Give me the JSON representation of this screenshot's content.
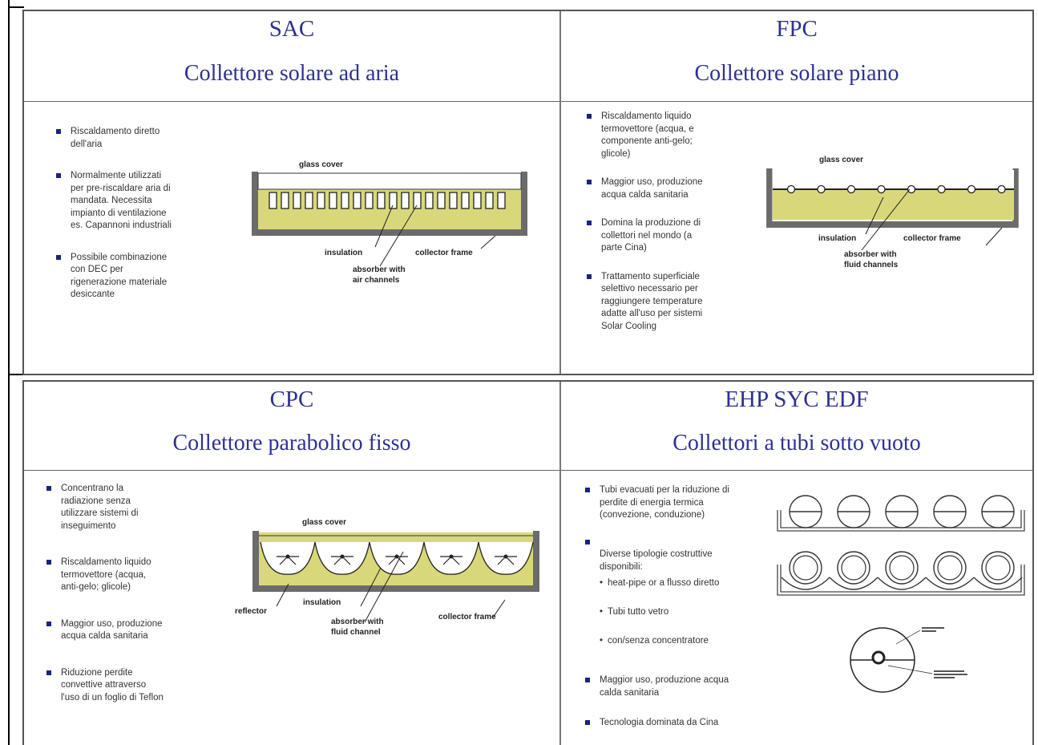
{
  "panels": [
    {
      "code": "SAC",
      "name": "Collettore solare ad aria",
      "bullets": [
        "Riscaldamento diretto\ndell'aria",
        "Normalmente utilizzati\nper pre-riscaldare aria di\nmandata. Necessita\nimpianto di ventilazione\nes. Capannoni industriali",
        "Possibile combinazione\ncon DEC per\nrigenerazione materiale\ndesiccante"
      ],
      "diagram": {
        "glass_cover": "glass cover",
        "insulation": "insulation",
        "collector_frame": "collector frame",
        "absorber": "absorber with\nair channels"
      }
    },
    {
      "code": "FPC",
      "name": "Collettore solare piano",
      "bullets": [
        "Riscaldamento liquido\ntermovettore (acqua, e\ncomponente anti-gelo;\nglicole)",
        "Maggior uso, produzione\nacqua calda sanitaria",
        "Domina la produzione di\ncollettori nel mondo (a\nparte Cina)",
        "Trattamento superficiale\nselettivo necessario per\nraggiungere temperature\nadatte all'uso per sistemi\nSolar Cooling"
      ],
      "diagram": {
        "glass_cover": "glass cover",
        "insulation": "insulation",
        "collector_frame": "collector frame",
        "absorber": "absorber with\nfluid channels"
      }
    },
    {
      "code": "CPC",
      "name": "Collettore parabolico fisso",
      "bullets": [
        "Concentrano la\nradiazione senza\nutilizzare sistemi di\ninseguimento",
        "Riscaldamento liquido\ntermovettore (acqua,\nanti-gelo; glicole)",
        "Maggior uso, produzione\nacqua calda sanitaria",
        "Riduzione perdite\nconvettive attraverso\nl'uso di un foglio di Teflon"
      ],
      "diagram": {
        "glass_cover": "glass cover",
        "reflector": "reflector",
        "insulation": "insulation",
        "absorber": "absorber with\nfluid channel",
        "collector_frame": "collector frame"
      }
    },
    {
      "code": "EHP SYC EDF",
      "name": "Collettori a tubi sotto vuoto",
      "bullets": [
        "Tubi evacuati per la riduzione di\nperdite di energia termica\n(convezione, conduzione)",
        "Diverse tipologie costruttive\ndisponibili:",
        "Maggior uso, produzione acqua\ncalda sanitaria",
        "Tecnologia dominata da Cina"
      ],
      "sub_bullets": [
        "heat-pipe or a flusso diretto",
        "Tubi tutto vetro",
        "con/senza concentratore"
      ]
    }
  ],
  "colors": {
    "title": "#2e3192",
    "bullet": "#1a237e",
    "absorber_fill": "#d8d87a",
    "frame": "#6b6b6b"
  }
}
